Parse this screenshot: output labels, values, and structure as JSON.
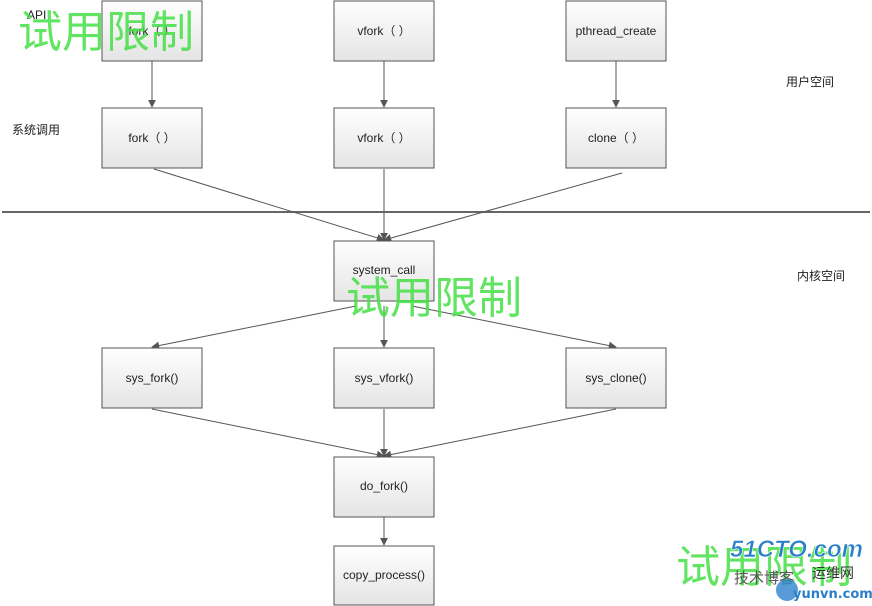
{
  "diagram": {
    "labels": {
      "api": "API",
      "syscall": "系统调用",
      "user_space": "用户空间",
      "kernel_space": "内核空间"
    },
    "nodes": {
      "api_fork": "fork（ ）",
      "api_vfork": "vfork（ ）",
      "api_pthread_create": "pthread_create",
      "sys_fork_call": "fork（ ）",
      "sys_vfork_call": "vfork（ ）",
      "sys_clone_call": "clone（ ）",
      "system_call": "system_call",
      "sys_fork": "sys_fork()",
      "sys_vfork": "sys_vfork()",
      "sys_clone": "sys_clone()",
      "do_fork": "do_fork()",
      "copy_process": "copy_process()"
    }
  },
  "watermarks": {
    "top_left": "试用限制",
    "center": "试用限制",
    "bottom_right": "试用限制"
  },
  "logo": {
    "main": "51CTO.com",
    "sub_left": "技术博客",
    "sub_right": "运维网",
    "domain": "yunvn.com"
  },
  "colors": {
    "node_fill_top": "#ffffff",
    "node_fill_bottom": "#e4e4e4",
    "node_stroke": "#555555",
    "edge": "#555555",
    "divider": "#666666",
    "watermark": "#46e046",
    "logo_main": "#2a7fc8"
  }
}
